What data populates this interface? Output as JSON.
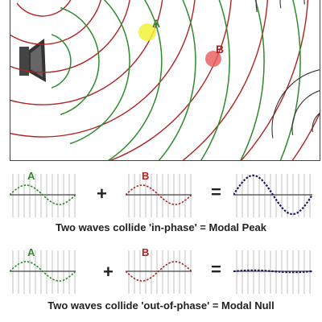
{
  "colors": {
    "wave_a": "#2e8b2e",
    "wave_b": "#b22222",
    "wave_sum": "#1a1a5e",
    "reflections": "#333333",
    "point_a": "#f2f23a",
    "point_b": "#e85a5a",
    "grid": "#b0b0b0",
    "axis": "#444444"
  },
  "icons": {
    "speaker": "speaker-icon"
  },
  "top": {
    "label_a": "A",
    "label_b": "B"
  },
  "rows": [
    {
      "wave_a_label": "A",
      "wave_b_label": "B",
      "plus": "+",
      "equals": "=",
      "result_amplitude": 1.0,
      "caption": "Two waves collide 'in-phase' = Modal Peak"
    },
    {
      "wave_a_label": "A",
      "wave_b_label": "B",
      "plus": "+",
      "equals": "=",
      "result_amplitude": 0.05,
      "caption": "Two waves collide 'out-of-phase' = Modal Null"
    }
  ]
}
